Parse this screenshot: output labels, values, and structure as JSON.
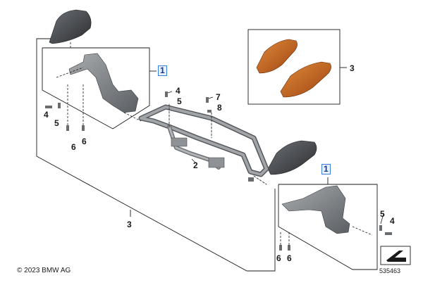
{
  "callouts": {
    "c1_top": "1",
    "c1_right": "1",
    "c2": "2",
    "c3_bottom": "3",
    "c3_right": "3",
    "c4_left": "4",
    "c4_mid": "4",
    "c4_right": "4",
    "c5_left": "5",
    "c5_mid": "5",
    "c5_right": "5",
    "c6_la": "6",
    "c6_lb": "6",
    "c6_ra": "6",
    "c6_rb": "6",
    "c7": "7",
    "c8": "8"
  },
  "footer": {
    "copyright": "© 2023 BMW AG",
    "diagram_id": "535463"
  },
  "colors": {
    "line": "#1a1a1a",
    "part_grey": "#7a7d80",
    "part_dark": "#3f4246",
    "accent_orange": "#c9621c",
    "highlight_border": "#3d7fe0"
  }
}
